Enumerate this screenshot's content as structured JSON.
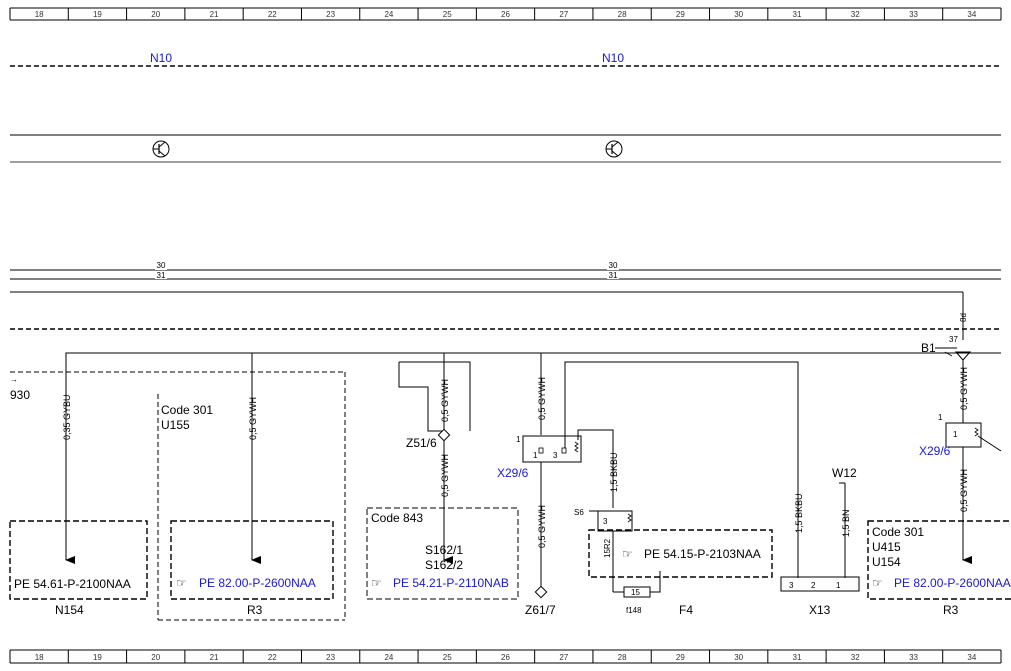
{
  "ruler": {
    "columns": [
      "18",
      "19",
      "20",
      "21",
      "22",
      "23",
      "24",
      "25",
      "26",
      "27",
      "28",
      "29",
      "30",
      "31",
      "32",
      "33",
      "34"
    ]
  },
  "colors": {
    "link": "#1a1ac8",
    "line": "#000000"
  },
  "labels": {
    "n10_left": "N10",
    "n10_right": "N10",
    "bus_30_left": "30",
    "bus_30_right": "30",
    "bus_31_left": "31",
    "bus_31_right": "31",
    "arrow_930": "930",
    "b1": "B1",
    "pin_37": "37",
    "pin_8d": "8d",
    "code301_left": "Code 301",
    "u155": "U155",
    "code843": "Code 843",
    "s162_1": "S162/1",
    "s162_2": "S162/2",
    "z51_6": "Z51/6",
    "z61_7": "Z61/7",
    "x29_6_left": "X29/6",
    "x29_6_right": "X29/6",
    "s6": "S6",
    "f148": "f148",
    "f4": "F4",
    "fuse_15": "15",
    "x13": "X13",
    "w12": "W12",
    "n154": "N154",
    "r3_left": "R3",
    "r3_right": "R3",
    "code301_right": "Code 301",
    "u415": "U415",
    "u154": "U154",
    "pin1_x29l": "1",
    "pin1_x29l_b": "1",
    "pin3_x29l": "3",
    "pin1_x29r": "1",
    "pin1_x29r_b": "1",
    "pin3_s6": "3",
    "pin_15r2": "15R2",
    "x13_p3": "3",
    "x13_p2": "2",
    "x13_p1": "1"
  },
  "wires": {
    "w_035_gybu": "0,35 GYBU",
    "w_05_gywh_r3": "0,5 GYWH",
    "w_05_gywh_z51_top": "0,5 GYWH",
    "w_05_gywh_z51_bot": "0,5 GYWH",
    "w_05_gywh_x29_top": "0,5 GYWH",
    "w_05_gywh_x29_bot": "0,5 GYWH",
    "w_15_bkbu_s6": "1,5 BKBU",
    "w_15_bkbu_x13": "1,5 BKBU",
    "w_15_bn": "1,5 BN",
    "w_05_gywh_right_top": "0,5 GYWH",
    "w_05_gywh_right_bot": "0,5 GYWH"
  },
  "references": {
    "pe_n154": "PE 54.61-P-2100NAA",
    "pe_r3_left": "PE 82.00-P-2600NAA",
    "pe_code843": "PE 54.21-P-2110NAB",
    "pe_f4": "PE 54.15-P-2103NAA",
    "pe_r3_right": "PE 82.00-P-2600NAA"
  },
  "icons": {
    "pointer": "☞",
    "transistor": "transistor-symbol-icon"
  }
}
